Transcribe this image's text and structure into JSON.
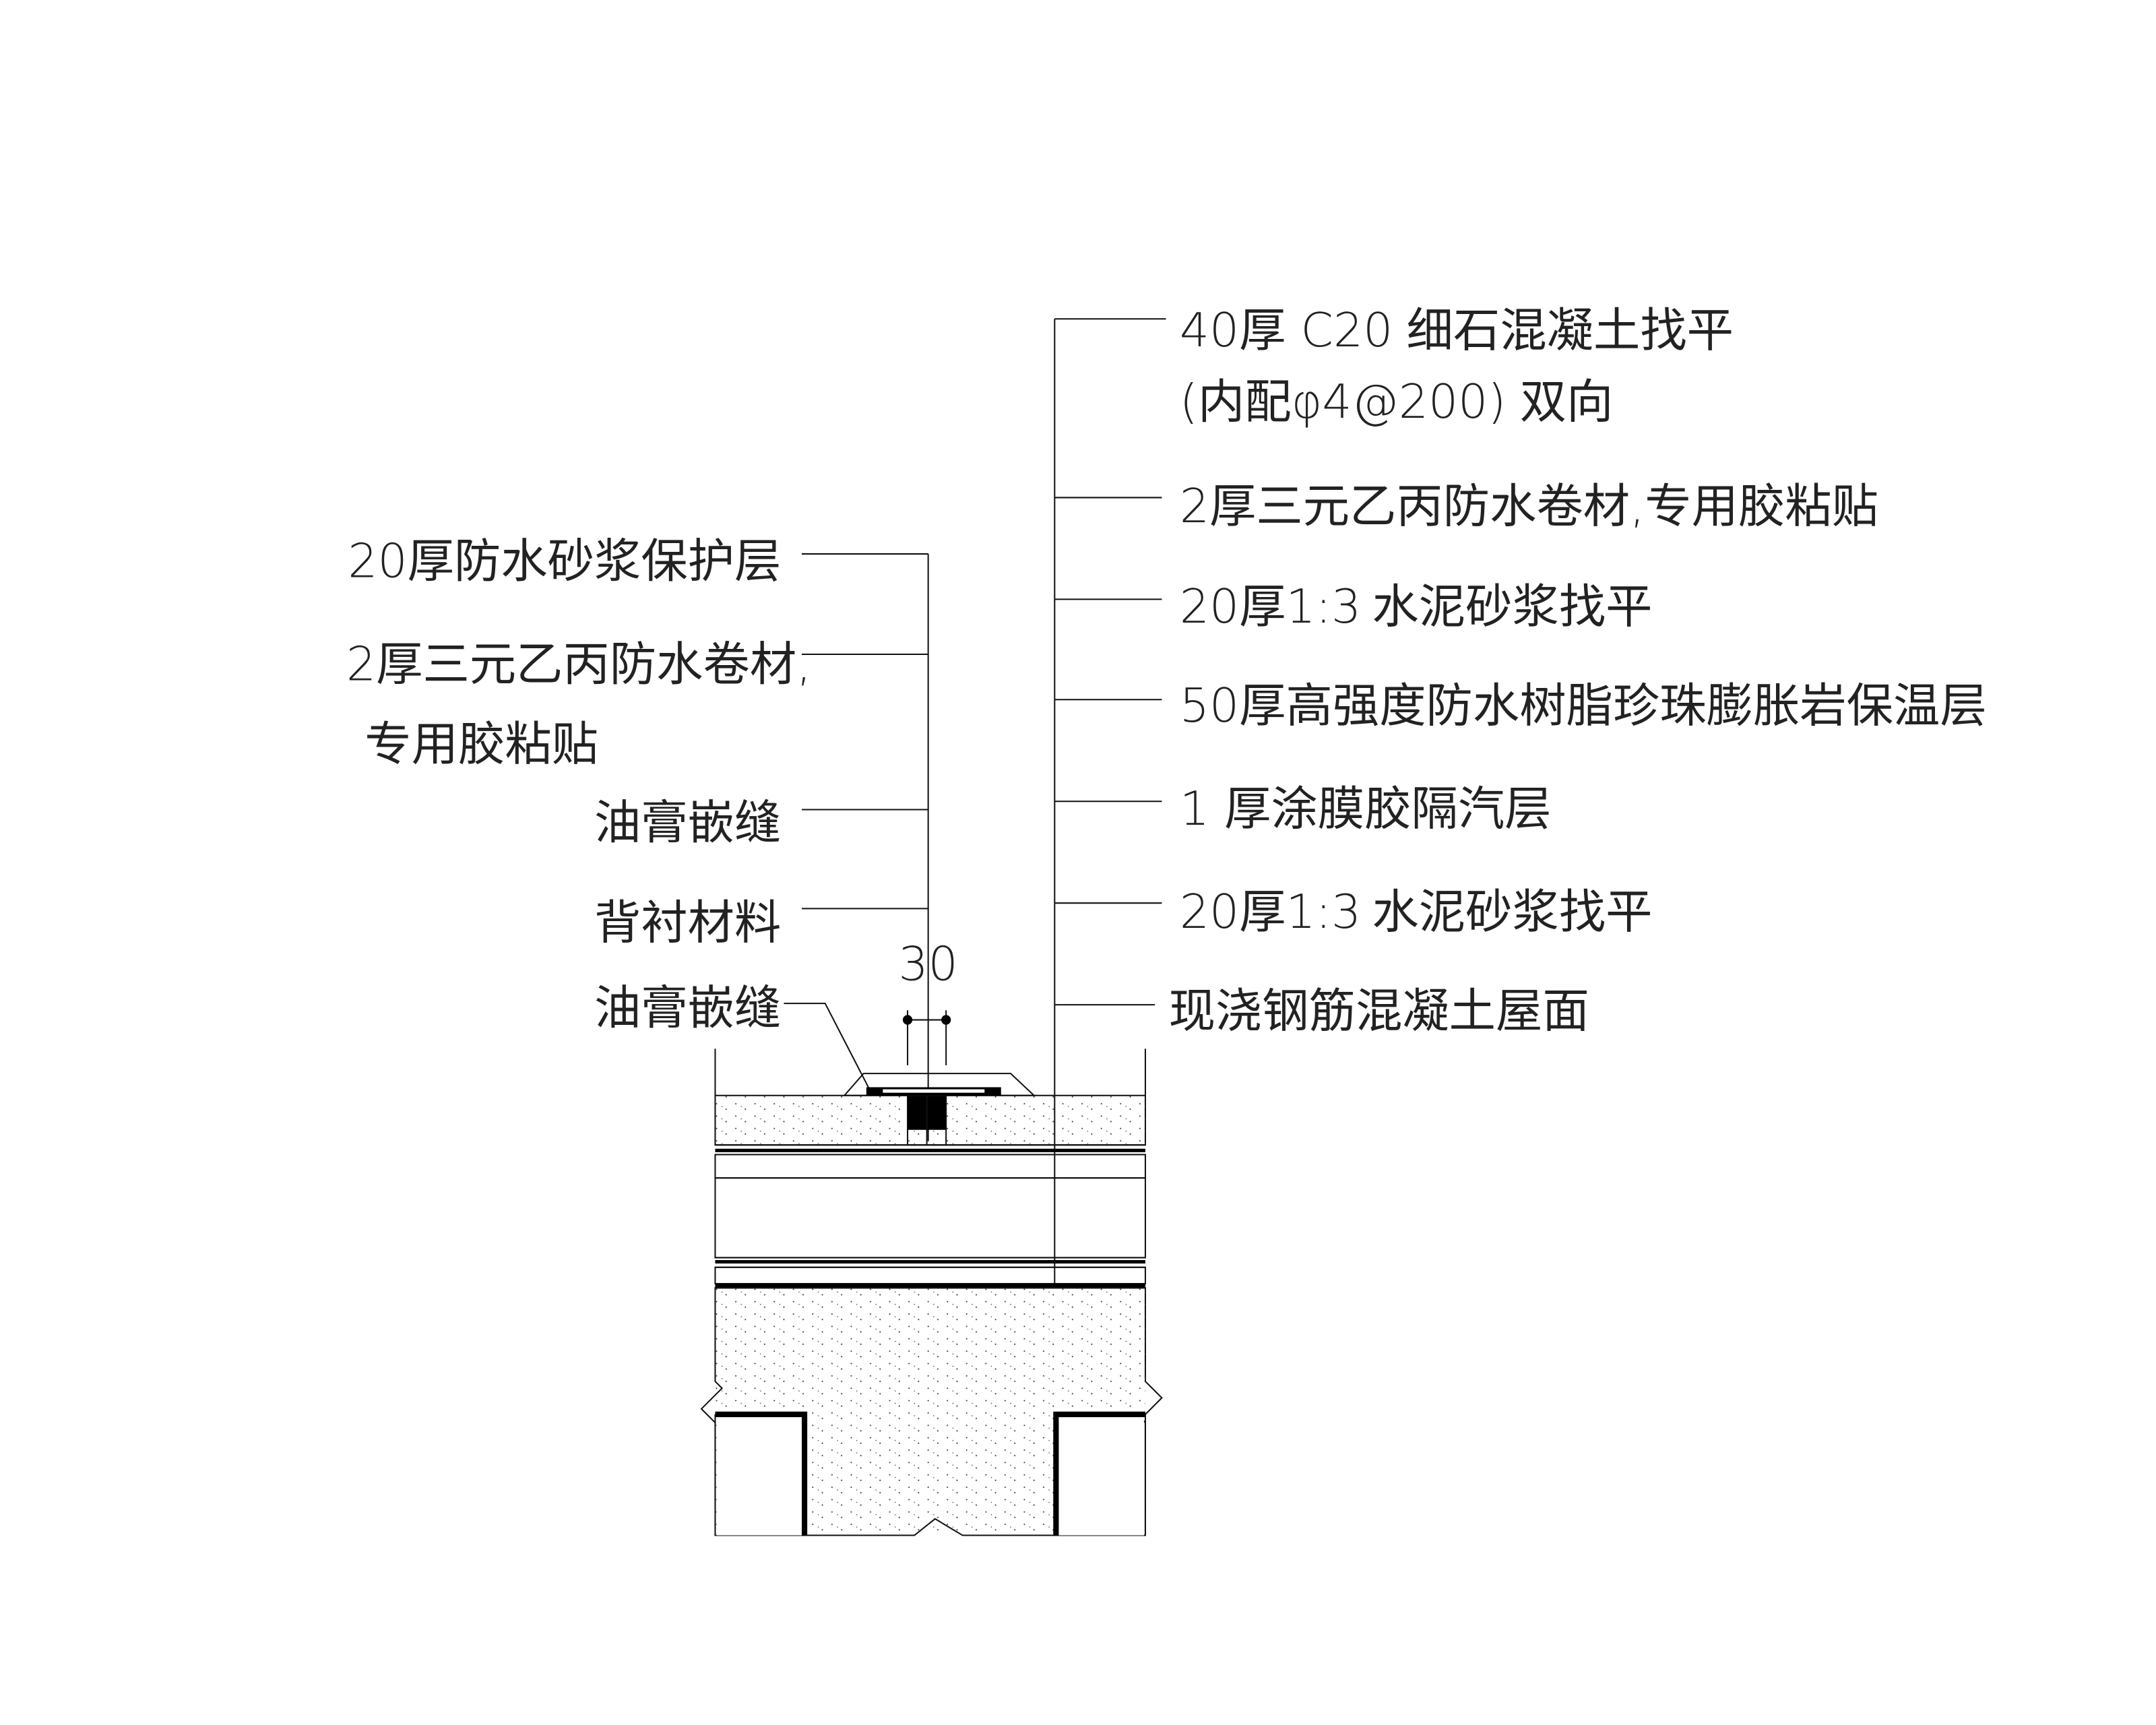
{
  "right_labels": {
    "l1a": "40厚 C20",
    "l1b": "细石混凝土找平",
    "l2a": "(内配φ4@200)",
    "l2b": "双向",
    "l3": "2厚三元乙丙防水卷材,专用胶粘贴",
    "l4a": "20厚1:3",
    "l4b": "水泥砂浆找平",
    "l5": "50厚高强度防水树脂珍珠膨胀岩保温层",
    "l6": "1 厚涂膜胶隔汽层",
    "l7a": "20厚1:3",
    "l7b": "水泥砂浆找平",
    "l8": "现浇钢筋混凝土屋面"
  },
  "left_labels": {
    "l1": "20厚防水砂浆保护层",
    "l2": "2厚三元乙丙防水卷材,",
    "l2b": "专用胶粘贴",
    "l3": "油膏嵌缝",
    "l4": "背衬材料",
    "l5": "油膏嵌缝"
  },
  "dimension": {
    "gap": "30"
  }
}
